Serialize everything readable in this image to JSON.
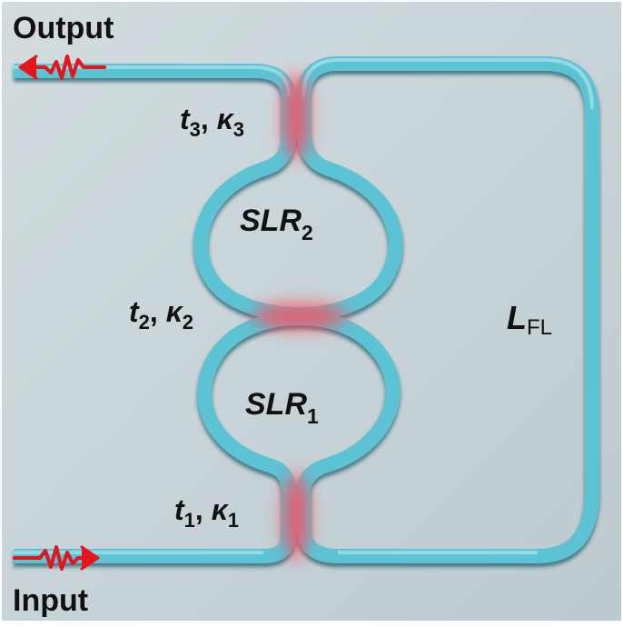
{
  "labels": {
    "output": "Output",
    "input": "Input",
    "t3_k3": {
      "t": "t",
      "t_sub": "3",
      "k": "κ",
      "k_sub": "3"
    },
    "t2_k2": {
      "t": "t",
      "t_sub": "2",
      "k": "κ",
      "k_sub": "2"
    },
    "t1_k1": {
      "t": "t",
      "t_sub": "1",
      "k": "κ",
      "k_sub": "1"
    },
    "slr2": {
      "main": "SLR",
      "sub": "2"
    },
    "slr1": {
      "main": "SLR",
      "sub": "1"
    },
    "lfl": {
      "main": "L",
      "sub": "FL"
    }
  },
  "colors": {
    "background": "#c9d4d8",
    "waveguide": "#5cc3d4",
    "waveguide_shadow": "#1f5a66",
    "coupler_glow": "#ff4d5e",
    "arrow": "#e8141c"
  }
}
